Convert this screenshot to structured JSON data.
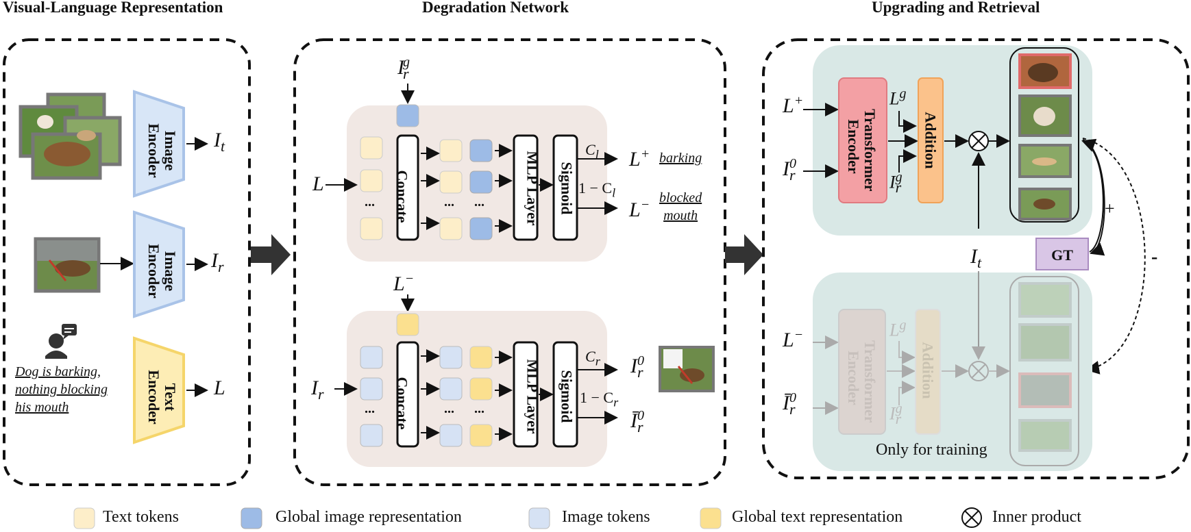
{
  "titles": {
    "visual_language": "Visual-Language Representation",
    "degradation": "Degradation Network",
    "upgrading": "Upgrading and Retrieval"
  },
  "encoders": {
    "image_encoder_1": "Image Encoder",
    "image_encoder_2": "Image Encoder",
    "text_encoder": "Text Encoder"
  },
  "caption": [
    "Dog is barking,",
    "nothing blocking",
    "his mouth"
  ],
  "symbols": {
    "I_t": "I",
    "I_t_sub": "t",
    "I_r": "I",
    "I_r_sub": "r",
    "L": "L",
    "Irg": "I",
    "Irg_sup": "g",
    "Irg_sub": "r",
    "L_minus": "L",
    "L_minus_sup": "−"
  },
  "degradation": {
    "concate": "Concate",
    "mlp": "MLP Layer",
    "sigmoid": "Sigmoid",
    "ellipsis": "...",
    "C_l": "C",
    "C_l_sub": "l",
    "one_minus_Cl": "1 − C",
    "one_minus_Cl_sub": "l",
    "Lplus": "L",
    "Lplus_sup": "+",
    "barking": "barking",
    "Lminus": "L",
    "Lminus_sup": "−",
    "blocked": "blocked",
    "mouth": "mouth",
    "C_r": "C",
    "C_r_sub": "r",
    "one_minus_Cr": "1 − C",
    "one_minus_Cr_sub": "r",
    "Ir0": "I",
    "Ir0_sup": "0",
    "Ir0_sub": "r",
    "Irbar0": "Ī",
    "Irbar0_sup": "0",
    "Irbar0_sub": "r",
    "Ir": "I",
    "Ir_sub": "r",
    "L": "L"
  },
  "upgrading": {
    "transformer": "Transformer Encoder",
    "addition": "Addition",
    "Lplus": "L",
    "Lplus_sup": "+",
    "Ir0": "I",
    "Ir0_sup": "0",
    "Ir0_sub": "r",
    "Lg": "L",
    "Lg_sup": "g",
    "Irg": "I",
    "Irg_sup": "g",
    "Irg_sub": "r",
    "It": "I",
    "It_sub": "t",
    "gt": "GT",
    "plus": "+",
    "minus": "-",
    "Lminus": "L",
    "Lminus_sup": "−",
    "Irbar0": "Ī",
    "Irbar0_sup": "0",
    "Irbar0_sub": "r",
    "only_training": "Only for training"
  },
  "legend": [
    {
      "label": "Text tokens",
      "color": "#fdeec9"
    },
    {
      "label": "Global image representation",
      "color": "#9dbbe6"
    },
    {
      "label": "Image tokens",
      "color": "#d6e2f4"
    },
    {
      "label": "Global text representation",
      "color": "#fbe08f"
    },
    {
      "label": "Inner product",
      "color": "#000000"
    }
  ],
  "colors": {
    "image_encoder": "#d8e6f7",
    "text_encoder": "#fdedb5",
    "panel": "#f1e8e4",
    "teal_panel": "#d9e8e6",
    "transformer": "#f3a0a4",
    "addition": "#fbc28b",
    "gt": "#d9c6e6"
  }
}
